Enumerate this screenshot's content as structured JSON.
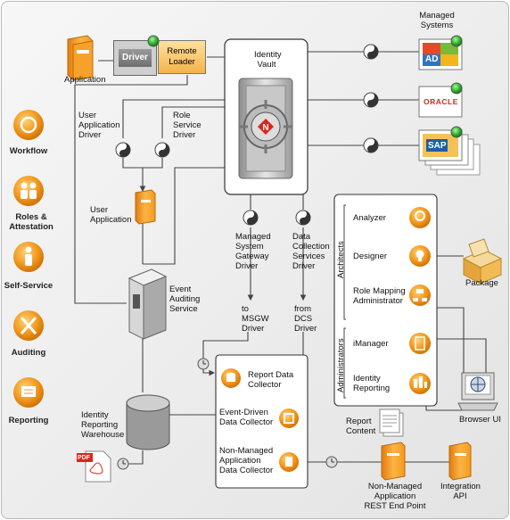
{
  "side_items": [
    {
      "name": "workflow",
      "label": "Workflow"
    },
    {
      "name": "roles",
      "label": "Roles & Attestation"
    },
    {
      "name": "self-service",
      "label": "Self-Service"
    },
    {
      "name": "auditing",
      "label": "Auditing"
    },
    {
      "name": "reporting",
      "label": "Reporting"
    }
  ],
  "top": {
    "application": "Application",
    "driver": "Driver",
    "remote_loader": "Remote Loader",
    "identity_vault": "Identity Vault",
    "managed_systems": "Managed Systems"
  },
  "managed": {
    "ad": "AD",
    "oracle": "ORACLE",
    "sap": "SAP"
  },
  "drivers": {
    "user_app_driver": "User Application Driver",
    "role_service_driver": "Role Service Driver",
    "user_application": "User Application",
    "msgw_driver": "Managed System Gateway Driver",
    "dcs_driver": "Data Collection Services Driver",
    "to_msgw": "to MSGW Driver",
    "from_dcs": "from DCS Driver"
  },
  "event_auditing": "Event Auditing Service",
  "warehouse": "Identity Reporting Warehouse",
  "pdf": "PDF",
  "collectors": {
    "report_data": "Report Data Collector",
    "event_driven": "Event-Driven Data Collector",
    "non_managed": "Non-Managed Application Data Collector"
  },
  "tools": {
    "architects": "Architects",
    "administrators": "Administrators",
    "analyzer": "Analyzer",
    "designer": "Designer",
    "role_mapping": "Role Mapping Administrator",
    "imanager": "iManager",
    "identity_reporting": "Identity Reporting"
  },
  "package": "Package",
  "browser_ui": "Browser UI",
  "report_content": "Report Content",
  "rest_end_point": "Non-Managed Application REST End Point",
  "integration_api": "Integration API",
  "colors": {
    "orange": "#f39a1f",
    "green": "#2db82d",
    "vault_red": "#d8261b",
    "line": "#444444"
  }
}
